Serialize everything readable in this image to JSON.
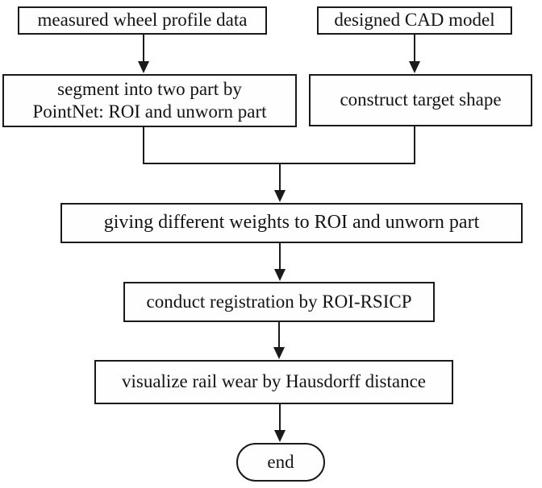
{
  "diagram": {
    "type": "flowchart",
    "background_color": "#ffffff",
    "stroke_color": "#1a1a1a",
    "nodes": [
      {
        "id": "measured-data",
        "shape": "rect",
        "label": "measured wheel profile data"
      },
      {
        "id": "cad-model",
        "shape": "rect",
        "label": "designed CAD model"
      },
      {
        "id": "segment",
        "shape": "rect",
        "lines": [
          "segment into two part by",
          "PointNet: ROI and unworn part"
        ]
      },
      {
        "id": "construct-target",
        "shape": "rect",
        "label": "construct target shape"
      },
      {
        "id": "weights",
        "shape": "rect",
        "label": "giving different weights to ROI and unworn part"
      },
      {
        "id": "registration",
        "shape": "rect",
        "label": "conduct registration by ROI-RSICP"
      },
      {
        "id": "visualize",
        "shape": "rect",
        "label": "visualize rail wear by Hausdorff distance"
      },
      {
        "id": "end",
        "shape": "terminator",
        "label": "end"
      }
    ],
    "edges": [
      {
        "from": "measured-data",
        "to": "segment"
      },
      {
        "from": "cad-model",
        "to": "construct-target"
      },
      {
        "from": "segment",
        "to": "weights"
      },
      {
        "from": "construct-target",
        "to": "weights"
      },
      {
        "from": "weights",
        "to": "registration"
      },
      {
        "from": "registration",
        "to": "visualize"
      },
      {
        "from": "visualize",
        "to": "end"
      }
    ]
  }
}
